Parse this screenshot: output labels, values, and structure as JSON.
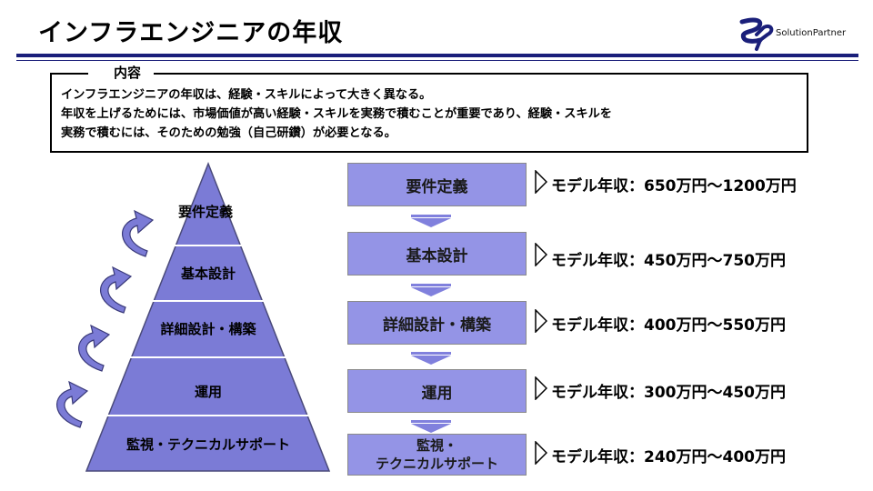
{
  "title": "インフラエンジニアの年収",
  "logo": {
    "text": "SolutionPartner"
  },
  "content_box": {
    "heading": "内容",
    "lines": [
      "インフラエンジニアの年収は、経験・スキルによって大きく異なる。",
      "年収を上げるためには、市場価値が高い経験・スキルを実務で積むことが重要であり、経験・スキルを",
      "実務で積むには、そのための勉強（自己研鑽）が必要となる。"
    ]
  },
  "pyramid": {
    "levels": [
      "要件定義",
      "基本設計",
      "詳細設計・構築",
      "運用",
      "監視・テクニカルサポート"
    ]
  },
  "stages": [
    {
      "label": "要件定義",
      "salary": "モデル年収：650万円～1200万円"
    },
    {
      "label": "基本設計",
      "salary": "モデル年収：450万円～750万円"
    },
    {
      "label": "詳細設計・構築",
      "salary": "モデル年収：400万円～550万円"
    },
    {
      "label": "運用",
      "salary": "モデル年収：300万円～450万円"
    },
    {
      "label_line1": "監視・",
      "label_line2": "テクニカルサポート",
      "salary": "モデル年収：240万円～400万円"
    }
  ],
  "colors": {
    "accent": "#1a1f7a",
    "pyramid_fill": "#7b7bd6",
    "box_fill": "#9494e6"
  },
  "icons": [
    "curved-up-arrow-icon",
    "down-arrow-icon",
    "chevron-right-icon",
    "solution-partner-logo"
  ]
}
